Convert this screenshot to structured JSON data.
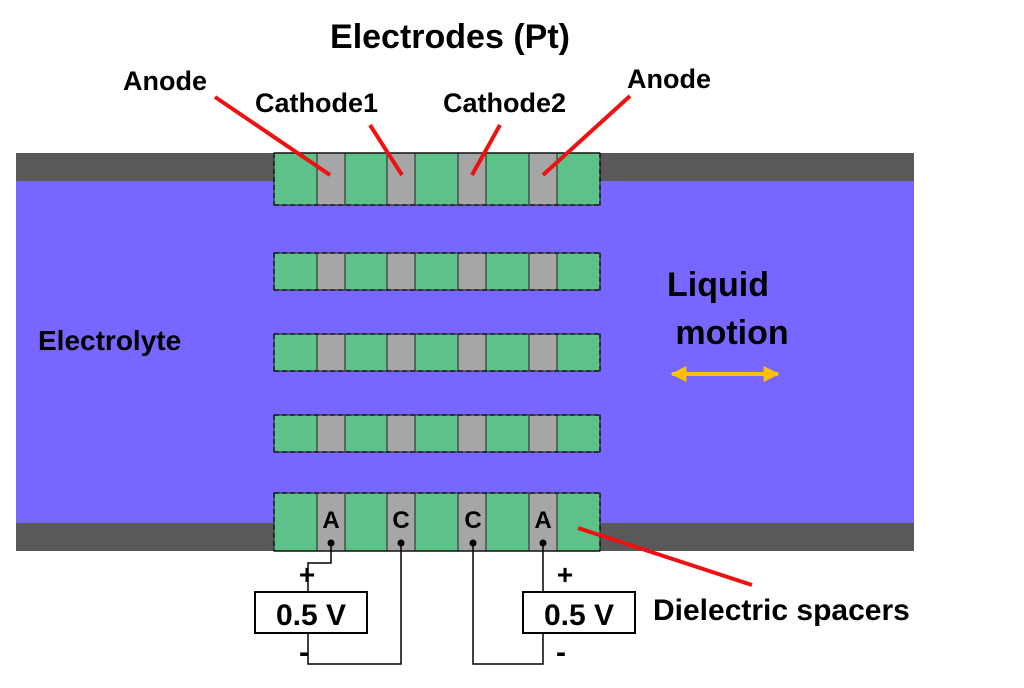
{
  "title": "Electrodes (Pt)",
  "labels": {
    "anode_left": "Anode",
    "cathode1": "Cathode1",
    "cathode2": "Cathode2",
    "anode_right": "Anode",
    "electrolyte": "Electrolyte",
    "liquid": "Liquid",
    "motion": "motion",
    "dielectric_spacers": "Dielectric spacers"
  },
  "terminals": [
    "A",
    "C",
    "C",
    "A"
  ],
  "circuit": {
    "left_voltage": "0.5 V",
    "right_voltage": "0.5 V",
    "plus": "+",
    "minus": "-"
  },
  "colors": {
    "electrolyte": "#7766ff",
    "wall": "#595959",
    "spacer": "#5cc289",
    "electrode": "#a6a6a6",
    "pointer": "#ee1111",
    "arrow": "#ffc000"
  },
  "icons": {
    "motion_arrow": "double-headed-arrow-icon"
  }
}
